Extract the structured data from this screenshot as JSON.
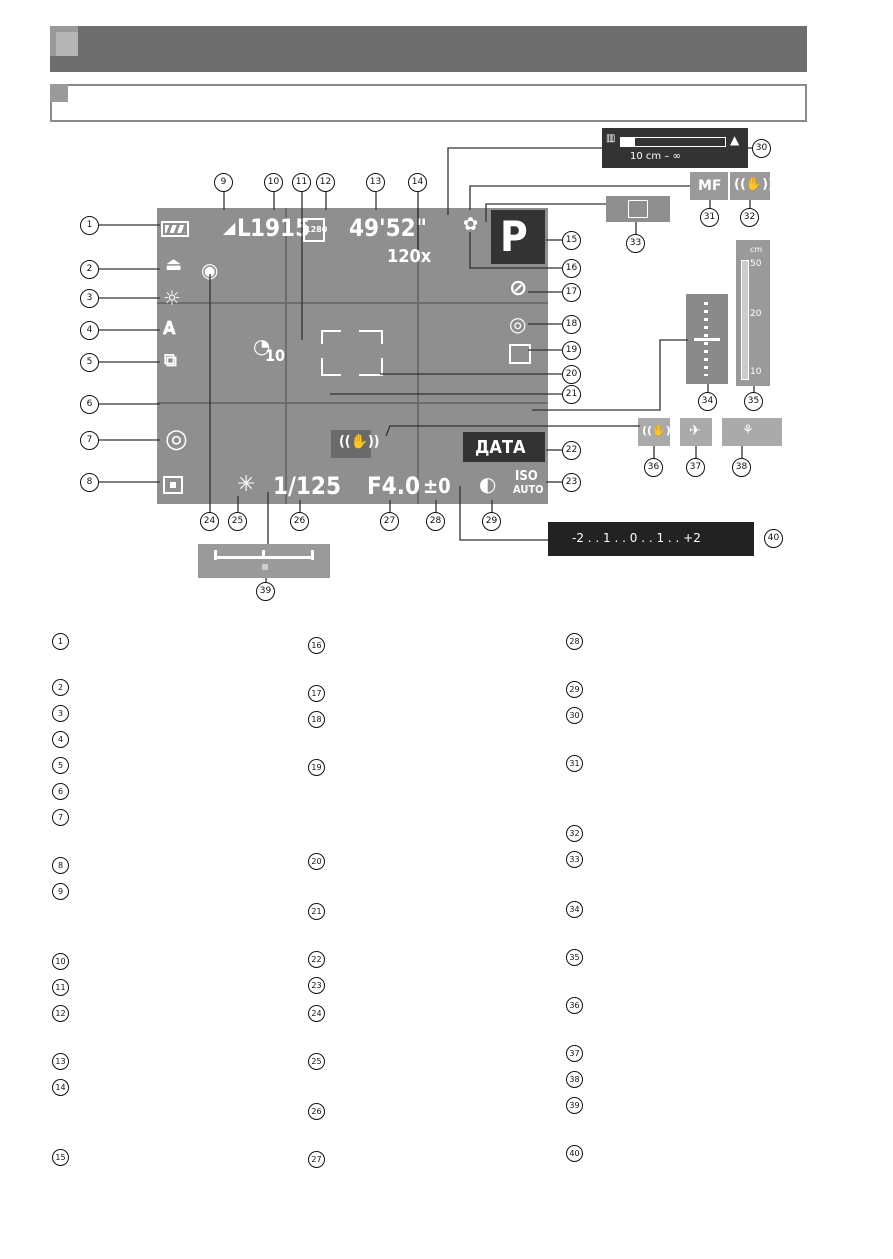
{
  "lcd": {
    "shots_remaining": "1915",
    "recording_time": "49'52\"",
    "zoom": "120x",
    "mode": "P",
    "self_timer_value": "10",
    "shutter": "1/125",
    "aperture": "F4.0",
    "exposure_comp": "±0",
    "date_stamp": "ДАТА",
    "iso_top": "ISO",
    "iso_bottom": "AUTO",
    "quality": "L",
    "movie_quality": "1280"
  },
  "panels": {
    "focus_range_text": "10 cm – ∞",
    "mf_label": "MF",
    "scale_unit": "cm",
    "scale_50": "50",
    "scale_20": "20",
    "scale_10": "10",
    "ev_bar": "-2 . . 1 . . 0 . . 1 . . +2"
  },
  "callouts": [
    "1",
    "2",
    "3",
    "4",
    "5",
    "6",
    "7",
    "8",
    "9",
    "10",
    "11",
    "12",
    "13",
    "14",
    "15",
    "16",
    "17",
    "18",
    "19",
    "20",
    "21",
    "22",
    "23",
    "24",
    "25",
    "26",
    "27",
    "28",
    "29",
    "30",
    "31",
    "32",
    "33",
    "34",
    "35",
    "36",
    "37",
    "38",
    "39",
    "40"
  ],
  "legend": {
    "col1": [
      "1",
      "2",
      "3",
      "4",
      "5",
      "6",
      "7",
      "8",
      "9",
      "10",
      "11",
      "12",
      "13",
      "14",
      "15"
    ],
    "col2": [
      "16",
      "17",
      "18",
      "19",
      "20",
      "21",
      "22",
      "23",
      "24",
      "25",
      "26",
      "27"
    ],
    "col3": [
      "28",
      "29",
      "30",
      "31",
      "32",
      "33",
      "34",
      "35",
      "36",
      "37",
      "38",
      "39",
      "40"
    ]
  }
}
